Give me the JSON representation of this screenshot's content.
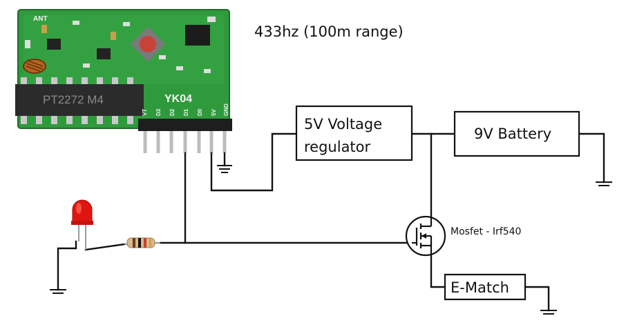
{
  "diagram": {
    "frequency_note": "433hz (100m range)",
    "module": {
      "antenna_label": "ANT",
      "chip_label": "PT2272 M4",
      "model_label": "YK04",
      "pin_labels": [
        "VT",
        "D3",
        "D2",
        "D1",
        "D0",
        "5V",
        "GND"
      ]
    },
    "voltage_regulator": {
      "line1": "5V Voltage",
      "line2": "regulator"
    },
    "battery": {
      "label": "9V Battery"
    },
    "mosfet": {
      "label": "Mosfet - Irf540"
    },
    "ematch": {
      "label": "E-Match"
    },
    "colors": {
      "pcb_green": "#2f9a3c",
      "led_red": "#e0150f",
      "wire": "#111111"
    }
  }
}
